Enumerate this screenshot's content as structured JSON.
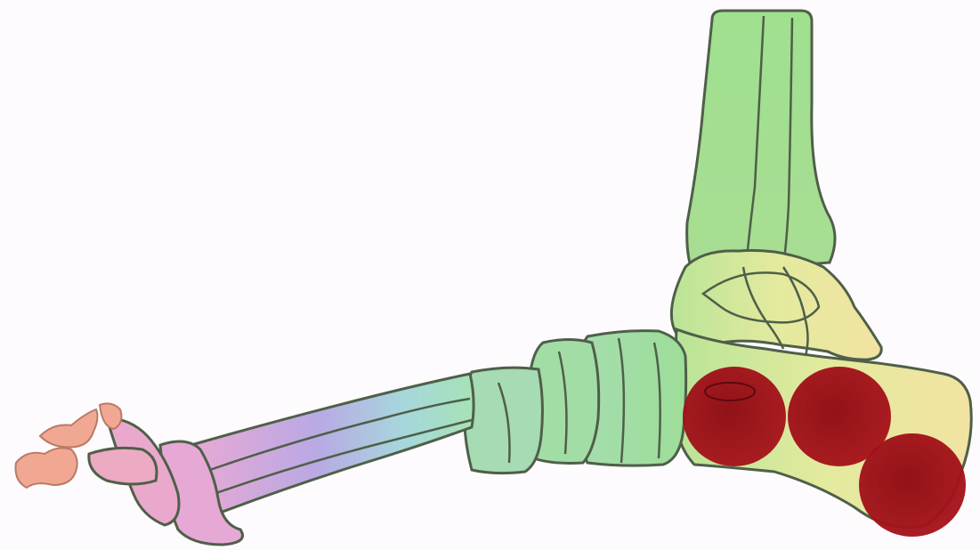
{
  "illustration": {
    "subject": "foot-skeleton-lateral-view",
    "colors": {
      "background": "#fdfbfd",
      "outline": "#4f5f49",
      "toes": "#f1a893",
      "phalanges": "#e7a8d6",
      "metatarsal_mid": "#b4a8e6",
      "metatarsal_base": "#a8dcd8",
      "midfoot": "#9fdc9a",
      "tibia": "#9fdf92",
      "calcaneus": "#e8eaa0",
      "heel_pad": "#f2e3a0",
      "pressure": "#9e0d16"
    },
    "pressure_markers": [
      {
        "label": "pressure-zone-1"
      },
      {
        "label": "pressure-zone-2"
      },
      {
        "label": "pressure-zone-3"
      }
    ]
  }
}
